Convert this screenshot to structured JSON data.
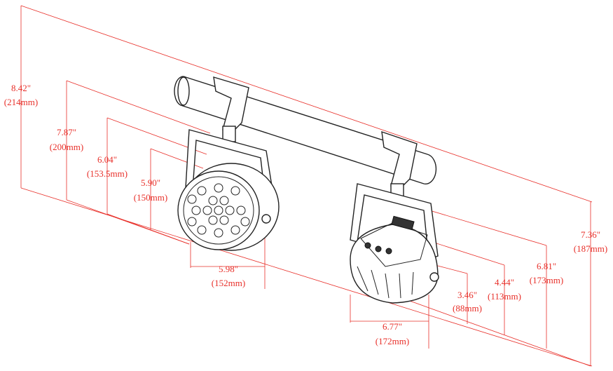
{
  "dimensions": {
    "overall_height": {
      "inch": "8.42\"",
      "mm": "(214mm)"
    },
    "height_to_lens": {
      "inch": "7.87\"",
      "mm": "(200mm)"
    },
    "bracket_height": {
      "inch": "6.04\"",
      "mm": "(153.5mm)"
    },
    "lens_diameter": {
      "inch": "5.90\"",
      "mm": "(150mm)"
    },
    "front_depth": {
      "inch": "5.98\"",
      "mm": "(152mm)"
    },
    "rear_width": {
      "inch": "6.77\"",
      "mm": "(172mm)"
    },
    "rear_depth_a": {
      "inch": "3.46\"",
      "mm": "(88mm)"
    },
    "rear_depth_b": {
      "inch": "4.44\"",
      "mm": "(113mm)"
    },
    "rear_height_a": {
      "inch": "6.81\"",
      "mm": "(173mm)"
    },
    "rear_height_b": {
      "inch": "7.36\"",
      "mm": "(187mm)"
    }
  },
  "colors": {
    "dimension": "#e8302a",
    "line": "#222222"
  }
}
